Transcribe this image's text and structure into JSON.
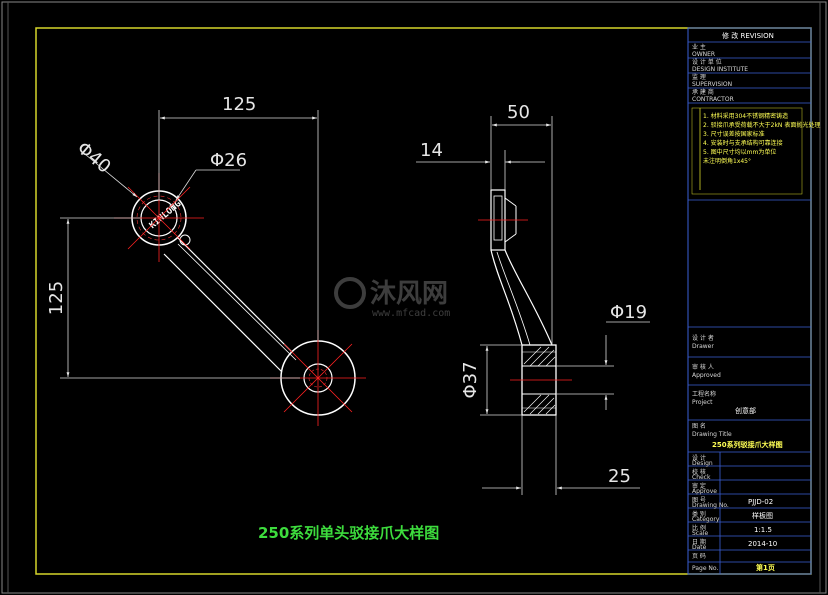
{
  "drawing": {
    "title": "250系列单头驳接爪大样图",
    "watermark_logo_text": "沐风网",
    "watermark_url": "www.mfcad.com",
    "front_view": {
      "dim_center_distance_h": "125",
      "dim_center_distance_v": "125",
      "dim_outer_dia": "Φ40",
      "dim_bore_dia": "Φ26",
      "ring_marking": "KINLONG"
    },
    "side_view": {
      "dim_overall_width": "50",
      "dim_top_thickness": "14",
      "dim_hub_dia": "Φ37",
      "dim_bore_dia": "Φ19",
      "dim_hub_width": "25"
    }
  },
  "title_block": {
    "revision_label": "修 改 REVISION",
    "owner_label": "业 主",
    "owner_en": "OWNER",
    "designer_label": "设 计 单 位",
    "designer_en": "DESIGN INSTITUTE",
    "supervision_label": "监 理",
    "supervision_en": "SUPERVISION",
    "contractor_label": "承 建 商",
    "contractor_en": "CONTRACTOR",
    "notes": [
      "1. 材料采用304不锈钢精密铸造",
      "2. 驳接爪承受荷载不大于2kN 表面抛光处理",
      "3. 尺寸误差按国家标准",
      "4. 安装时与支承结构可靠连接",
      "5. 图中尺寸均以mm为单位",
      "   未注明倒角1x45°"
    ],
    "drawer_label": "设 计 者",
    "drawer_en": "Drawer",
    "approved_by_label": "审 核 人",
    "approved_by_en": "Approved",
    "project_label": "工程名称",
    "project_en": "Project",
    "company": "创意部",
    "drawing_title_label": "图 名",
    "drawing_title_en": "Drawing Title",
    "drawing_title_value": "250系列驳接爪大样图",
    "rows": [
      {
        "label": "设 计",
        "en": "Design",
        "value": ""
      },
      {
        "label": "校 核",
        "en": "Check",
        "value": ""
      },
      {
        "label": "审 定",
        "en": "Approve",
        "value": ""
      },
      {
        "label": "图 号",
        "en": "Drawing No.",
        "value": "PJJD-02"
      },
      {
        "label": "类 别",
        "en": "Category",
        "value": "样板图"
      },
      {
        "label": "比 例",
        "en": "Scale",
        "value": "1:1.5"
      },
      {
        "label": "日 期",
        "en": "Date",
        "value": "2014-10"
      },
      {
        "label": "页 码",
        "en": "Page No.",
        "value": "第1页"
      }
    ]
  },
  "colors": {
    "background": "#000000",
    "frame": "#d6d62a",
    "geometry": "#ffffff",
    "centerline": "#ff2222",
    "dimension": "#d9d9d9",
    "title_green": "#3ddc3d",
    "title_block_line": "#3a5fd6"
  }
}
